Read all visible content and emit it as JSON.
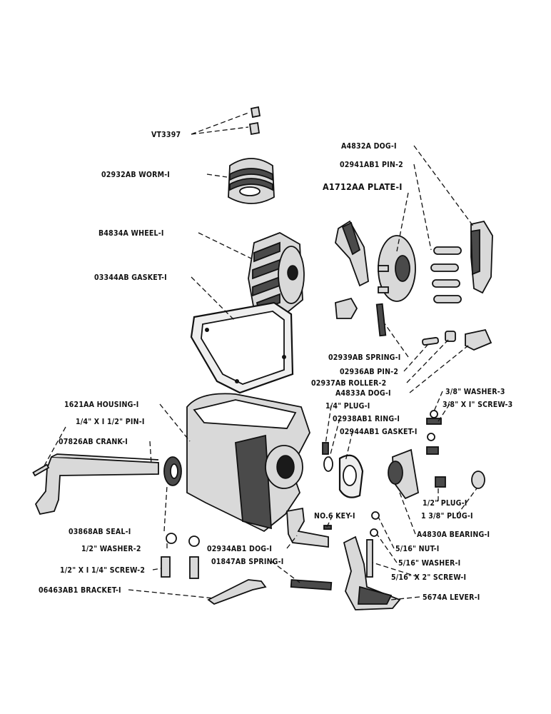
{
  "labels": {
    "vt3397": "VT3397",
    "worm": "02932AB WORM-I",
    "wheel": "B4834A WHEEL-I",
    "gasket_housing": "03344AB GASKET-I",
    "dog_a4832a": "A4832A DOG-I",
    "pin_02941ab1": "02941AB1 PIN-2",
    "plate": "A1712AA PLATE-I",
    "spring_02939ab": "02939AB SPRING-I",
    "pin_02936ab": "02936AB PIN-2",
    "roller": "02937AB ROLLER-2",
    "dog_a4833a": "A4833A DOG-I",
    "washer_38": "3/8\" WASHER-3",
    "screw_38": "3/8\" X I\" SCREW-3",
    "housing": "1621AA HOUSING-I",
    "pin_14x12": "1/4\" X I 1/2\" PIN-I",
    "crank": "07826AB CRANK-I",
    "plug_14": "1/4\" PLUG-I",
    "ring": "02938AB1 RING-I",
    "gasket_small": "02944AB1 GASKET-I",
    "plug_12": "1/2\" PLUG-I",
    "plug_138": "1 3/8\" PLUG-I",
    "seal": "03868AB SEAL-I",
    "key": "NO.6 KEY-I",
    "bearing": "A4830A BEARING-I",
    "washer_12": "1/2\" WASHER-2",
    "dog_02934ab1": "02934AB1 DOG-I",
    "nut_516": "5/16\" NUT-I",
    "screw_12x114": "1/2\" X I 1/4\" SCREW-2",
    "spring_01847ab": "01847AB SPRING-I",
    "washer_516": "5/16\" WASHER-I",
    "screw_516x2": "5/16\" X 2\" SCREW-I",
    "bracket": "06463AB1 BRACKET-I",
    "lever": "5674A LEVER-I"
  }
}
